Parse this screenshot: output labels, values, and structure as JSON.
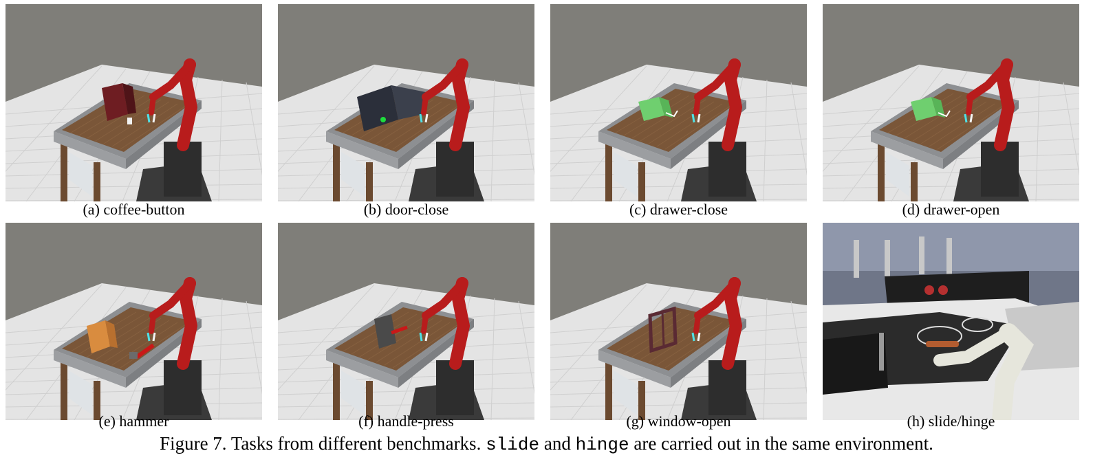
{
  "panels": [
    {
      "caption": "(a) coffee-button",
      "object": "coffee-machine",
      "object_color": "#6e1d22"
    },
    {
      "caption": "(b) door-close",
      "object": "door-box",
      "object_color": "#2b2f3a"
    },
    {
      "caption": "(c) drawer-close",
      "object": "drawer",
      "object_color": "#6fcf6f"
    },
    {
      "caption": "(d) drawer-open",
      "object": "drawer",
      "object_color": "#6fcf6f"
    },
    {
      "caption": "(e) hammer",
      "object": "hammer-box",
      "object_color": "#d98c3f"
    },
    {
      "caption": "(f) handle-press",
      "object": "handle-box",
      "object_color": "#4a4a4a"
    },
    {
      "caption": "(g) window-open",
      "object": "window-frame",
      "object_color": "#5a2a33"
    },
    {
      "caption": "(h) slide/hinge",
      "object": "kitchen-scene",
      "object_color": "#2a2a2a"
    }
  ],
  "figure_caption": {
    "prefix": "Figure 7. Tasks from different benchmarks. ",
    "code1": "slide",
    "mid1": " and ",
    "code2": "hinge",
    "suffix": " are carried out in the same environment."
  },
  "colors": {
    "sky": "#7f7e79",
    "floor": "#e4e4e4",
    "table_wood": "#7a5638",
    "robot": "#b81c1c"
  }
}
